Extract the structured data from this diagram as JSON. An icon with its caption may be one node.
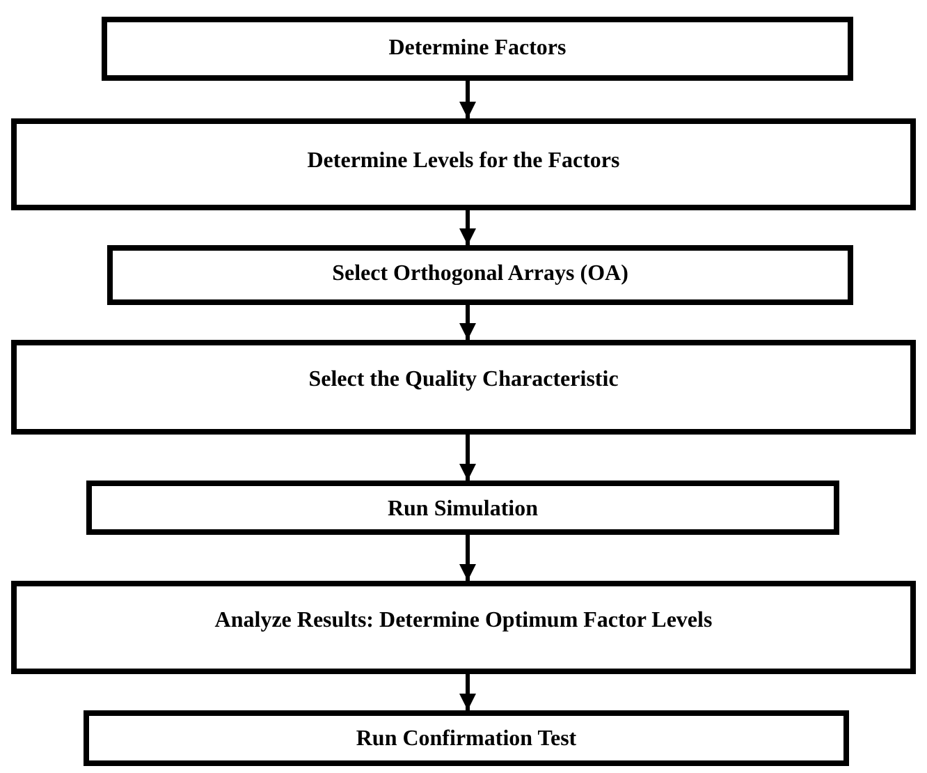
{
  "diagram": {
    "nodes": [
      {
        "text": [
          "Determine Factors"
        ]
      },
      {
        "text": [
          "Determine Levels for the Factors"
        ]
      },
      {
        "text": [
          "Select Orthogonal Arrays (OA)"
        ]
      },
      {
        "text": [
          "Select the Quality Characteristic"
        ]
      },
      {
        "text": [
          "Run Simulation"
        ]
      },
      {
        "text": [
          "Analyze Results: Determine Optimum Factor Levels"
        ]
      },
      {
        "text": [
          "Run Confirmation Test"
        ]
      }
    ],
    "edges": [
      {
        "from": 0,
        "to": 1,
        "arrow": "to"
      },
      {
        "from": 1,
        "to": 2,
        "arrow": "to"
      },
      {
        "from": 2,
        "to": 3,
        "arrow": "to"
      },
      {
        "from": 3,
        "to": 4,
        "arrow": "to"
      },
      {
        "from": 4,
        "to": 5,
        "arrow": "to"
      },
      {
        "from": 5,
        "to": 6,
        "arrow": "to"
      }
    ]
  }
}
